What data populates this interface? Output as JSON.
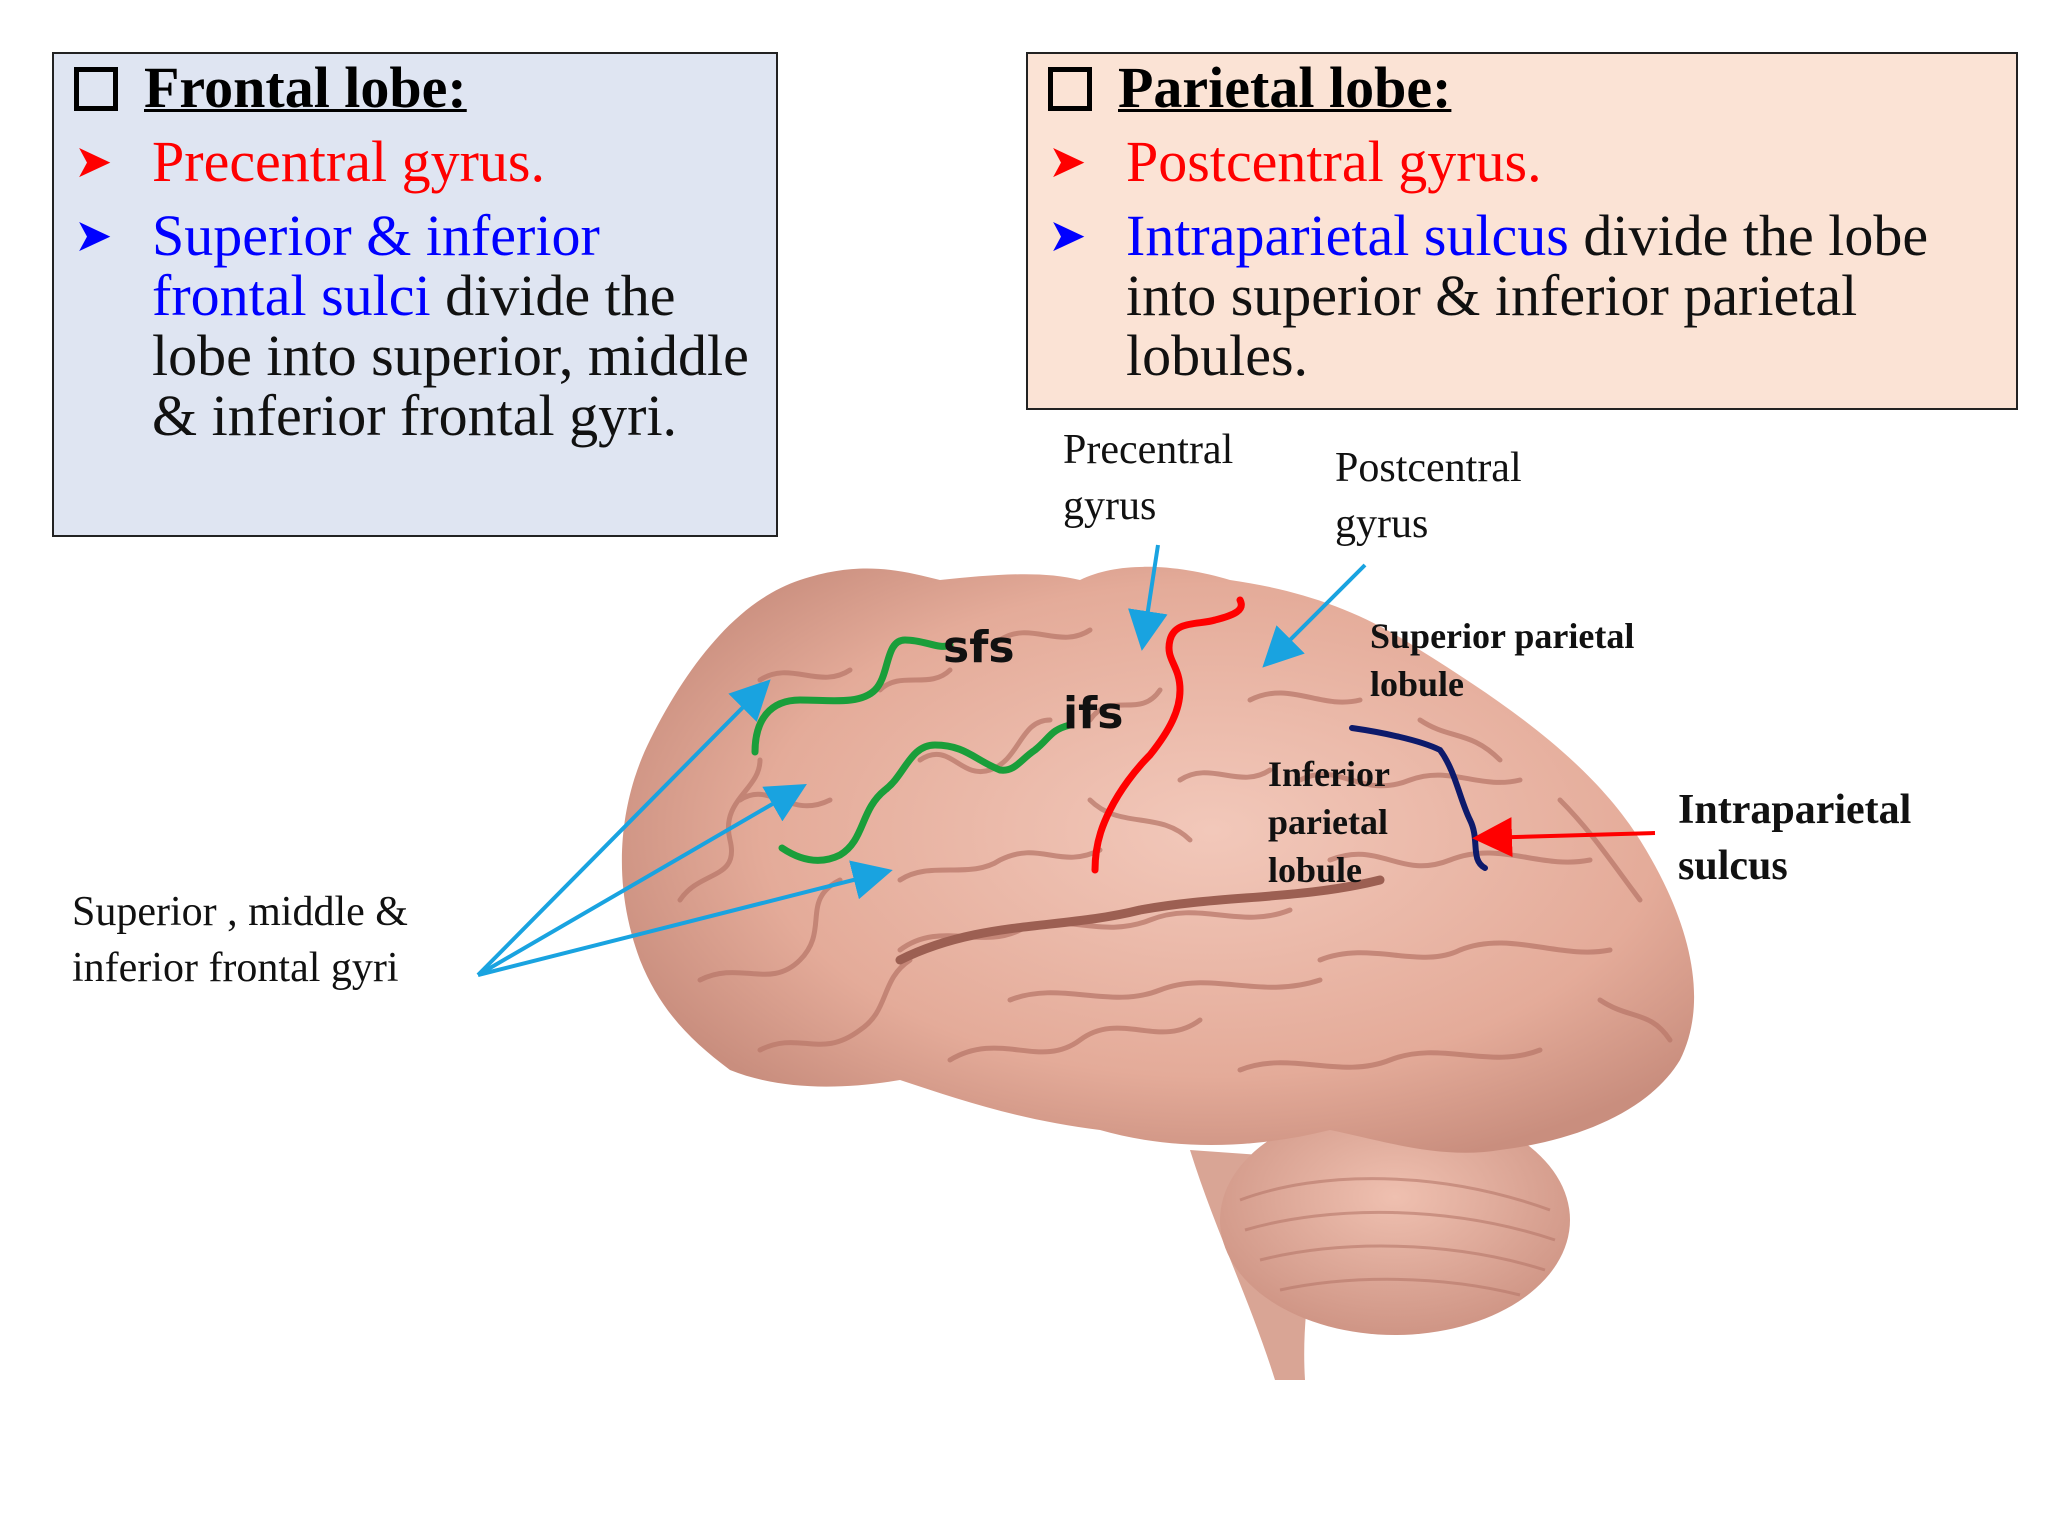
{
  "frontal": {
    "title": "Frontal lobe:",
    "items": [
      {
        "blue": "",
        "red": "Precentral gyrus.",
        "rest": ""
      },
      {
        "blue": "Superior & inferior frontal sulci",
        "red": "",
        "rest": " divide the lobe into superior, middle & inferior frontal gyri."
      }
    ]
  },
  "parietal": {
    "title": "Parietal lobe:",
    "items": [
      {
        "blue": "",
        "red": "Postcentral gyrus.",
        "rest": ""
      },
      {
        "blue": "Intraparietal sulcus",
        "red": "",
        "rest": " divide the lobe into superior & inferior parietal lobules."
      }
    ]
  },
  "labels": {
    "precentral": "Precentral gyrus",
    "postcentral": "Postcentral gyrus",
    "superior_parietal": "Superior parietal lobule",
    "inferior_parietal": "Inferior parietal lobule",
    "intraparietal": "Intraparietal sulcus",
    "frontal_gyri": "Superior , middle & inferior frontal gyri",
    "sfs": "sfs",
    "ifs": "ifs"
  },
  "colors": {
    "sulcus_green": "#1a9e3a",
    "central_red": "#ff0000",
    "intraparietal_navy": "#0d1a6b",
    "pointer_blue": "#19a3e0",
    "brain_pink": "#e8b4a4"
  }
}
